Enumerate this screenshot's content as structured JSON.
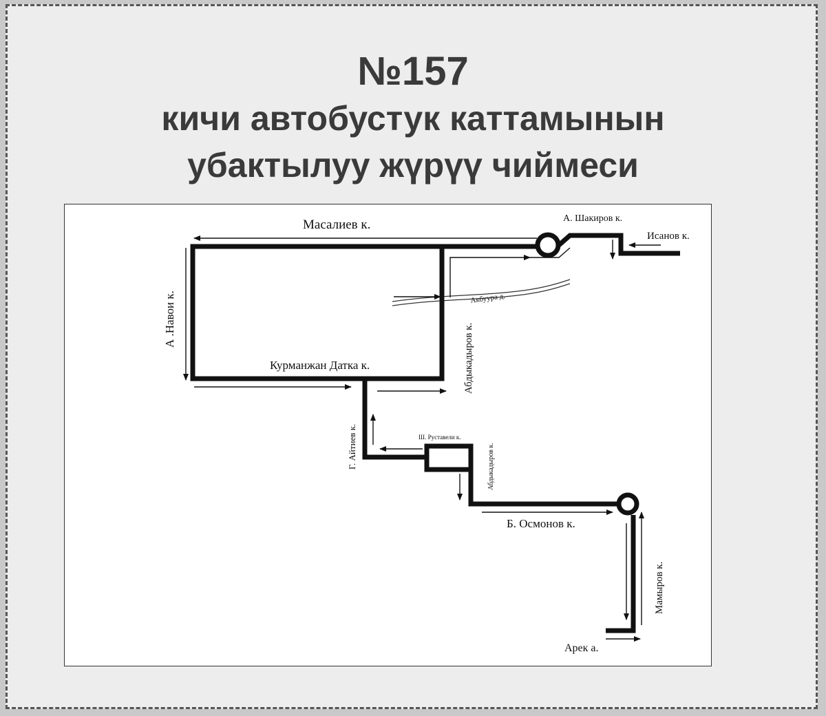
{
  "title": {
    "number": "№157",
    "line1": "кичи автобустук каттамынын",
    "line2": "убактылуу жүрүү чиймеси"
  },
  "streets": {
    "masaliev": "Масалиев к.",
    "shakirov": "А. Шакиров к.",
    "isanov": "Исанов  к.",
    "navoi": "А .Навои к.",
    "abdykadyrov": "Абдыкадыров к.",
    "akbuura": "Акбуура д.",
    "kurmanjan": "Курманжан Датка к.",
    "aitiev": "Г. Айтиев к.",
    "rustaveli": "Ш. Руставели к.",
    "abdykadyrov_small": "Абдыкадыров к.",
    "osmonov": "Б. Осмонов к.",
    "mamyrov": "Мамыров  к.",
    "arek": "Арек а."
  },
  "colors": {
    "route": "#111111",
    "background": "#ededed",
    "map_background": "#ffffff",
    "title": "#3a3a3a"
  }
}
